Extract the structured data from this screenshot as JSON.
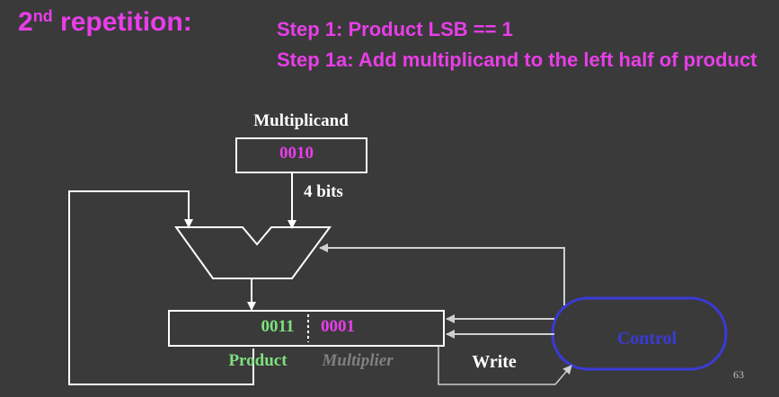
{
  "slide": {
    "title_prefix": "2",
    "title_sup": "nd",
    "title_rest": " repetition:",
    "step1": "Step 1: Product LSB == 1",
    "step1a": "Step 1a: Add multiplicand to the left half of product",
    "page_number": "63"
  },
  "diagram": {
    "multiplicand_label": "Multiplicand",
    "multiplicand_value": "0010",
    "bits_label": "4 bits",
    "product_left_value": "0011",
    "product_right_value": "0001",
    "product_label": "Product",
    "multiplier_label": "Multiplier",
    "write_label": "Write",
    "control_label": "Control"
  },
  "colors": {
    "background": "#3a3a3a",
    "magenta": "#e83ee8",
    "green": "#7fe07f",
    "control_blue": "#3a3ad8",
    "gray_label": "#808080",
    "white": "#ffffff"
  }
}
